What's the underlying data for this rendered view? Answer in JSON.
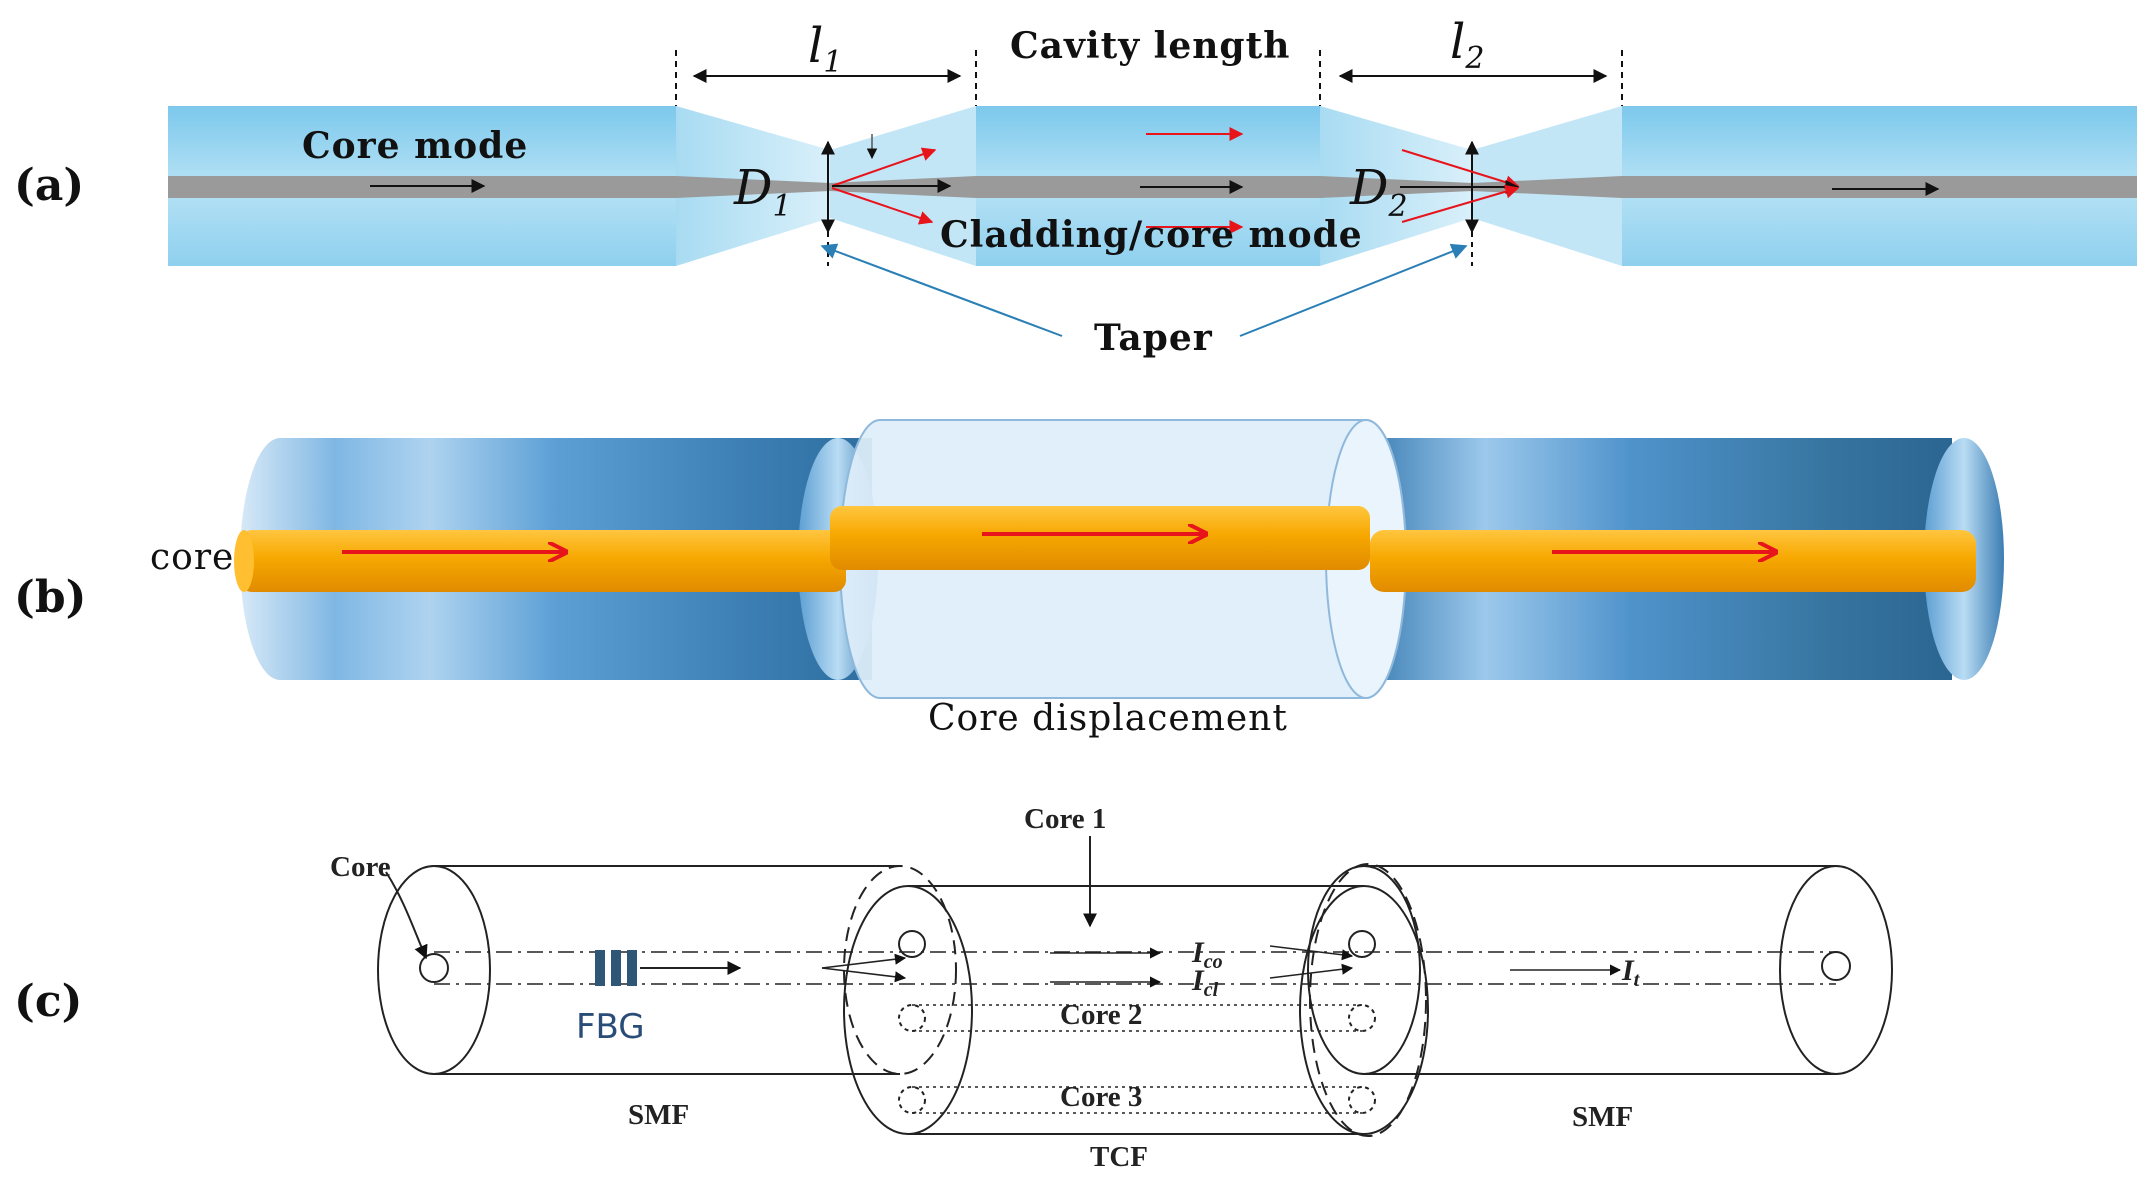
{
  "panel_a": {
    "label": "(a)",
    "l1": {
      "symbol": "l",
      "sub": "1"
    },
    "l2": {
      "symbol": "l",
      "sub": "2"
    },
    "cavity_length": "Cavity length",
    "core_mode": "Core mode",
    "d1": {
      "symbol": "D",
      "sub": "1"
    },
    "d2": {
      "symbol": "D",
      "sub": "2"
    },
    "cladding_core_mode": "Cladding/core mode",
    "taper": "Taper",
    "colors": {
      "fiber": "#8fd0ee",
      "core": "#9a9a9a",
      "beam": "#e8141c",
      "pointer": "#2a7fb6"
    }
  },
  "panel_b": {
    "label": "(b)",
    "core": "core",
    "core_displacement": "Core displacement",
    "colors": {
      "core": "#f7a800",
      "fiber": "#4a8fc8",
      "arrow": "#e8141c"
    }
  },
  "panel_c": {
    "label": "(c)",
    "core": "Core",
    "core1": "Core 1",
    "core2": "Core 2",
    "core3": "Core 3",
    "fbg": "FBG",
    "smf_left": "SMF",
    "tcf": "TCF",
    "smf_right": "SMF",
    "i_co": {
      "symbol": "I",
      "sub": "co"
    },
    "i_cl": {
      "symbol": "I",
      "sub": "cl"
    },
    "i_t": {
      "symbol": "I",
      "sub": "t"
    },
    "colors": {
      "fbg": "#2f5577"
    }
  }
}
